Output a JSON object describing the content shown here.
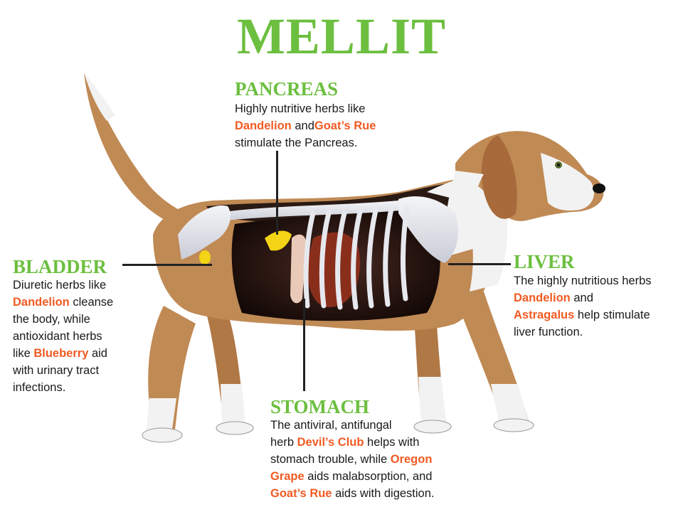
{
  "title": "MELLIT",
  "pancreas": {
    "heading": "PANCREAS",
    "l1": "Highly nutritive herbs like",
    "h1": "Dandelion",
    "t2": " and",
    "h2": "Goat’s Rue",
    "l3": "stimulate the Pancreas."
  },
  "bladder": {
    "heading": "BLADDER",
    "l1": "Diuretic herbs like",
    "h1": "Dandelion",
    "t2": " cleanse",
    "l3": "the body, while",
    "l4": "antioxidant herbs",
    "t5": "like ",
    "h2": "Blueberry",
    "t5b": " aid",
    "l6": "with urinary tract",
    "l7": "infections."
  },
  "liver": {
    "heading": "LIVER",
    "l1": "The highly nutritious herbs",
    "h1": "Dandelion",
    "t2": " and",
    "h2": "Astragalus",
    "t3": " help stimulate",
    "l4": "liver function."
  },
  "stomach": {
    "heading": "STOMACH",
    "l1": "The antiviral, antifungal",
    "t2": "herb ",
    "h1": "Devil’s Club",
    "t2b": " helps with",
    "t3": "stomach trouble, while ",
    "h2": "Oregon",
    "h3": "Grape",
    "t4": " aids malabsorption, and",
    "h4": "Goat’s Rue",
    "t5": " aids with digestion."
  },
  "colors": {
    "title_green": "#6cbf3f",
    "highlight_orange": "#f15a22",
    "coat_tan": "#c08a55",
    "coat_black": "#2a1a14",
    "coat_white": "#f2f2f2",
    "bone": "#e6e8ee"
  }
}
